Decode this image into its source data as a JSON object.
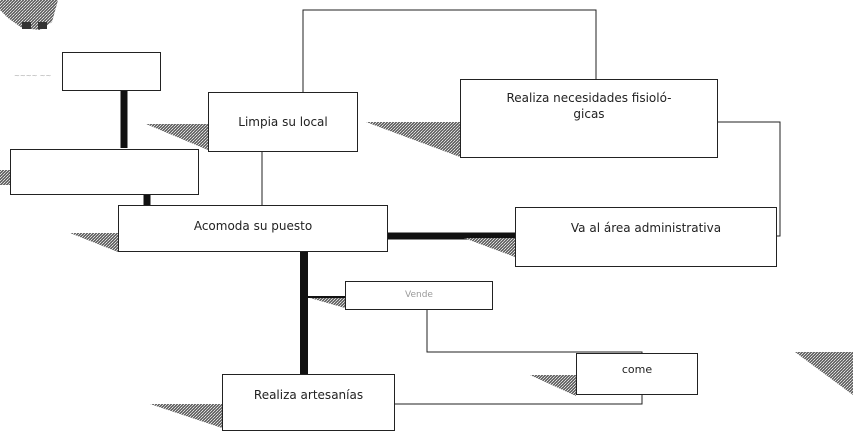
{
  "nodes": {
    "top_left_small": "",
    "visita_clientes": "",
    "limpia_local": "Limpia su local",
    "necesidades": "Realiza necesidades fisioló-\ngicas",
    "acomoda": "Acomoda su puesto",
    "area_admin": "Va al área administrativa",
    "vende": "Vende",
    "come": "come",
    "artesanias": "Realiza artesanías"
  },
  "colors": {
    "line": "#222222",
    "thick": "#000000",
    "shadow": "#5a5a5a"
  }
}
